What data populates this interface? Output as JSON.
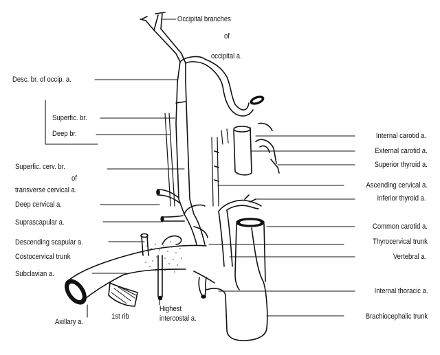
{
  "labels": {
    "occipital_branches": "Occipital branches",
    "of_1": "of",
    "occipital_a": "occipital a.",
    "desc_br": "Desc. br. of occip. a.",
    "superfic_br": "Superfic. br.",
    "deep_br": "Deep br.",
    "superfic_cerv_br": "Superfic. cerv. br.",
    "of_2": "of",
    "transverse_cervical": "transverse cervical a.",
    "deep_cervical": "Deep cervical a.",
    "suprascapular": "Suprascapular a.",
    "descending_scapular": "Descending scapular a.",
    "costocervical": "Costocervical trunk",
    "subclavian": "Subclavian a.",
    "axillary": "Axillary a.",
    "first_rib": "1st rib",
    "highest_intercostal_1": "Highest",
    "highest_intercostal_2": "intercostal a.",
    "internal_carotid": "Internal carotid a.",
    "external_carotid": "External carotid a.",
    "superior_thyroid": "Superior thyroid a.",
    "ascending_cervical": "Ascending cervical a.",
    "inferior_thyroid": "Inferior thyroid a.",
    "common_carotid": "Common carotid a.",
    "thyrocervical": "Thyrocervical trunk",
    "vertebral": "Vertebral a.",
    "internal_thoracic": "Internal thoracic a.",
    "brachiocephalic": "Brachiocephalic trunk"
  },
  "colors": {
    "ink": "#111111",
    "paper": "#ffffff"
  }
}
